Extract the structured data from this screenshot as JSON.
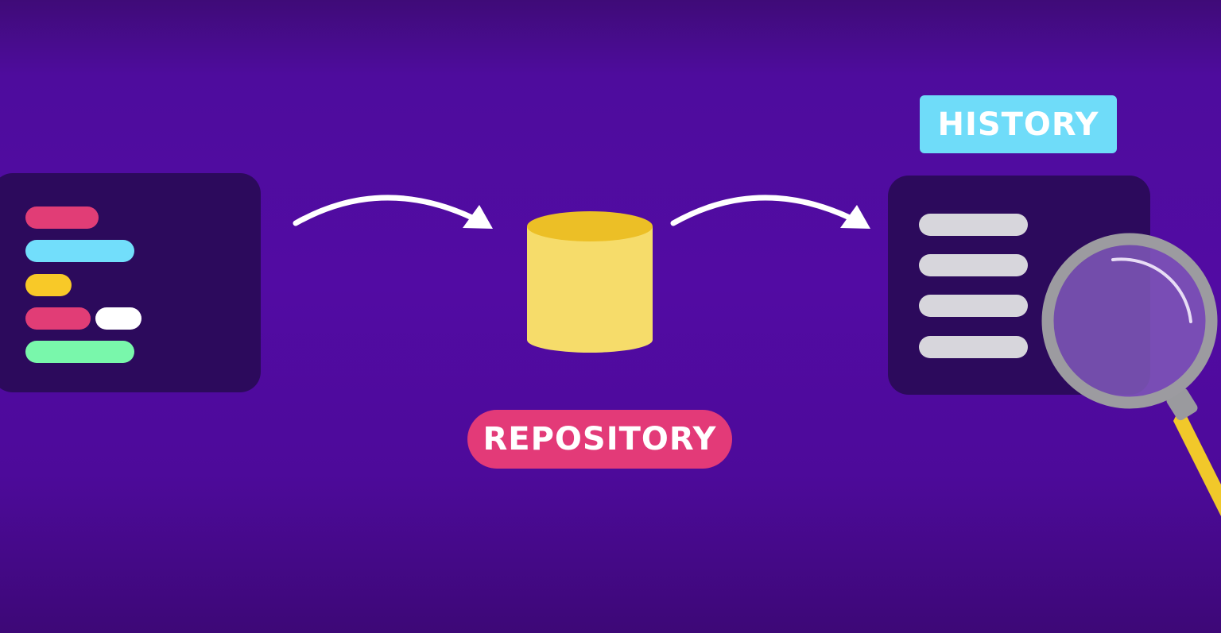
{
  "labels": {
    "history": "HISTORY",
    "repository": "REPOSITORY"
  },
  "icons": {
    "repository": "database-cylinder-icon",
    "search": "magnifying-glass-icon",
    "flow": "curved-arrow-icon"
  },
  "colors": {
    "background": "#520ba3",
    "panel": "#2c0a5c",
    "history_label": "#6fdcf9",
    "repository_label": "#e33a78",
    "cylinder_body": "#f6dc6a",
    "cylinder_top": "#ecbf26",
    "list_line": "#d7d6dc",
    "code_pink": "#e13d76",
    "code_cyan": "#72defb",
    "code_yellow": "#f8c928",
    "code_white": "#ffffff",
    "code_green": "#79f7ab"
  },
  "code_lines": [
    "pink",
    "cyan",
    "yellow",
    "pink",
    "white",
    "green"
  ],
  "history_entries": 4
}
